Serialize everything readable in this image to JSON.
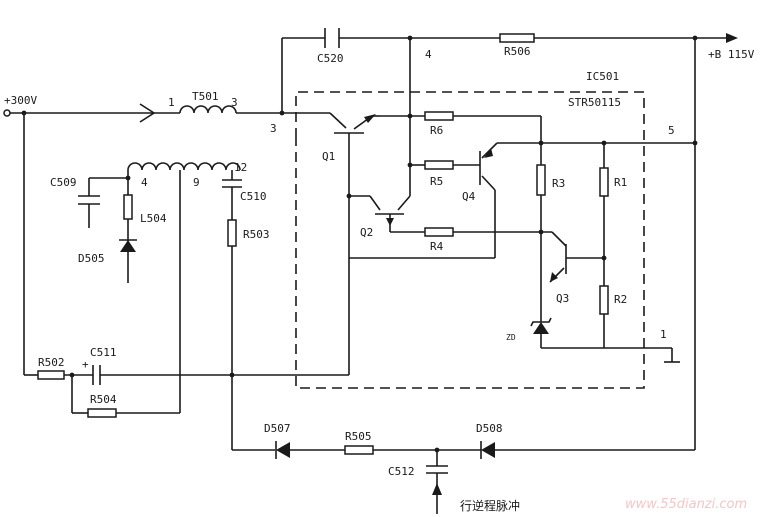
{
  "labels": {
    "input_voltage": "+300V",
    "output_voltage": "+B 115V",
    "ic": "IC501",
    "ic_part": "STR50115",
    "transformer": "T501",
    "pin_t1": "1",
    "pin_t3": "3",
    "pin_t4": "4",
    "pin_t9": "9",
    "pin_t12": "12",
    "ic_pin3": "3",
    "ic_pin4": "4",
    "ic_pin5": "5",
    "ic_pin1": "1",
    "c520": "C520",
    "r506": "R506",
    "c509": "C509",
    "l504": "L504",
    "d505": "D505",
    "c510": "C510",
    "r503": "R503",
    "q1": "Q1",
    "q2": "Q2",
    "q3": "Q3",
    "q4": "Q4",
    "r1": "R1",
    "r2": "R2",
    "r3": "R3",
    "r4": "R4",
    "r5": "R5",
    "r6": "R6",
    "zener": "ZD",
    "r502": "R502",
    "c511": "C511",
    "r504": "R504",
    "d507": "D507",
    "r505": "R505",
    "d508": "D508",
    "c512": "C512",
    "flyback_pulse": "行逆程脉冲",
    "watermark": "www.55dianzi.com"
  }
}
